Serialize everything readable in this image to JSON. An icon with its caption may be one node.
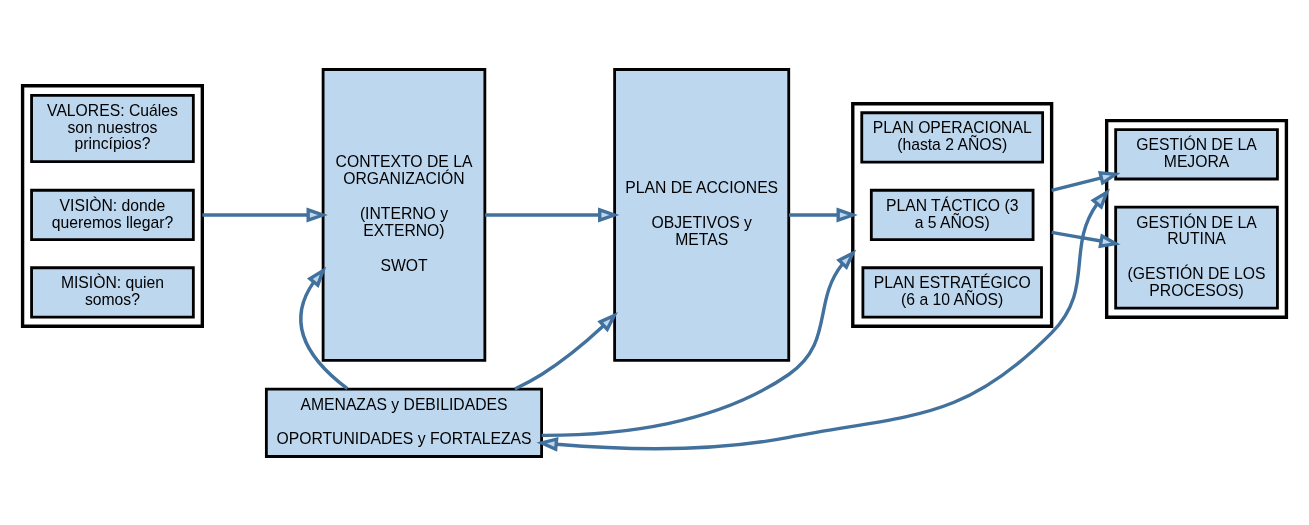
{
  "diagram": {
    "nodes": [
      {
        "text": [],
        "shape": "box"
      },
      {
        "text": [
          "MISIÒN: quien somos?"
        ],
        "in": 0
      },
      {
        "text": [
          "VISIÒN: donde queremos llegar?"
        ],
        "in": 0
      },
      {
        "text": [
          "VALORES: Cuáles son nuestros princípios?"
        ],
        "in": 0
      },
      {
        "text": [
          "CONTEXTO DE LA ORGANIZACIÓN",
          "(INTERNO y EXTERNO)",
          "SWOT"
        ]
      },
      {
        "text": [
          "PLAN DE ACCIONES",
          "OBJETIVOS y METAS"
        ]
      },
      {
        "text": [],
        "shape": "box"
      },
      {
        "text": [
          "PLAN ESTRATÉGICO (6 a 10 AÑOS)"
        ],
        "in": 6
      },
      {
        "text": [
          "PLAN TÁCTICO (3 a 5 AÑOS)"
        ],
        "in": 6
      },
      {
        "text": [
          "PLAN OPERACIONAL (hasta 2 AÑOS)"
        ],
        "in": 6
      },
      {
        "text": [],
        "shape": "box"
      },
      {
        "text": [
          "GESTIÓN DE LA RUTINA",
          "(GESTIÓN DE LOS PROCESOS)"
        ],
        "in": 10
      },
      {
        "text": [
          "GESTIÓN DE LA MEJORA"
        ],
        "in": 10
      },
      {
        "text": [
          "AMENAZAS y DEBILIDADES",
          "OPORTUNIDADES y FORTALEZAS"
        ]
      }
    ],
    "edges": [
      {
        "from": 0,
        "to": 4,
        "arrow": "to"
      },
      {
        "from": 4,
        "to": 5,
        "arrow": "to"
      },
      {
        "from": 5,
        "to": 6,
        "arrow": "to"
      },
      {
        "from": 6,
        "to": 11,
        "arrow": "to"
      },
      {
        "from": 6,
        "to": 12,
        "arrow": "to"
      },
      {
        "from": 13,
        "to": 4,
        "arrow": "to"
      },
      {
        "from": 13,
        "to": 5,
        "arrow": "to"
      },
      {
        "from": 13,
        "to": 6,
        "arrow": "to"
      },
      {
        "from": 13,
        "to": 10,
        "arrow": "both"
      }
    ]
  }
}
